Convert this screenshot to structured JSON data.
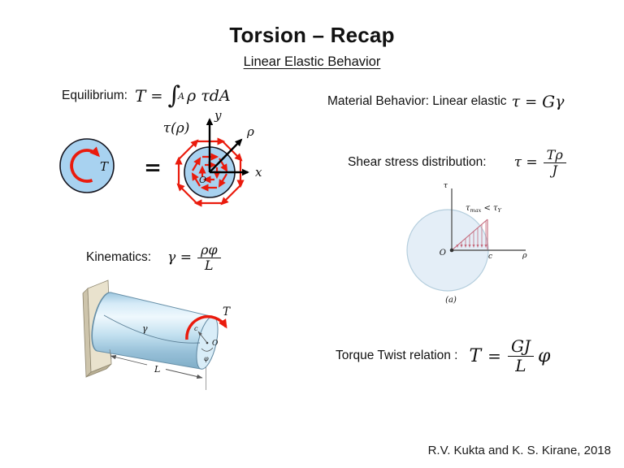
{
  "slide": {
    "title": "Torsion – Recap",
    "subtitle": "Linear Elastic Behavior",
    "credit": "R.V. Kukta and K. S. Kirane, 2018"
  },
  "equilibrium": {
    "label": "Equilibrium:",
    "T": "T",
    "eq": "=",
    "integral": "∫",
    "sub": "A",
    "integrand": "ρ τdA"
  },
  "material": {
    "label": "Material Behavior: Linear elastic",
    "tau": "τ",
    "eq": "=",
    "G": "G",
    "gamma": "γ"
  },
  "shear": {
    "label": "Shear stress distribution:",
    "lhs": "τ =",
    "num": "Tρ",
    "den": "J"
  },
  "kinematics": {
    "label": "Kinematics:",
    "lhs": "γ =",
    "num": "ρφ",
    "den": "L"
  },
  "torque": {
    "label": "Torque Twist relation :",
    "T": "T",
    "eq": "=",
    "num": "GJ",
    "den": "L",
    "phi": "φ"
  },
  "cross_section": {
    "torque_label": "T",
    "equals": "=",
    "tau_rho": "τ(ρ)",
    "axis_x": "x",
    "axis_y": "y",
    "axis_rho": "ρ",
    "origin": "O"
  },
  "stress_plot": {
    "axis_tau": "τ",
    "axis_rho": "ρ",
    "origin": "O",
    "radius": "c",
    "max1": "τ",
    "max1_sub": "max",
    "max2": " < τ",
    "max2_sub": "Y",
    "caption": "(a)"
  },
  "shaft": {
    "torque_label": "T",
    "gamma": "γ",
    "length": "L",
    "radius": "c",
    "origin": "O",
    "phi": "φ"
  },
  "colors": {
    "accent_red": "#ea1b0d",
    "section_blue": "#a8d2f0",
    "stress_fill": "#e4eef7",
    "stress_pink": "#c4697b",
    "wall_beige": "#e9e2cd",
    "text": "#111111"
  }
}
